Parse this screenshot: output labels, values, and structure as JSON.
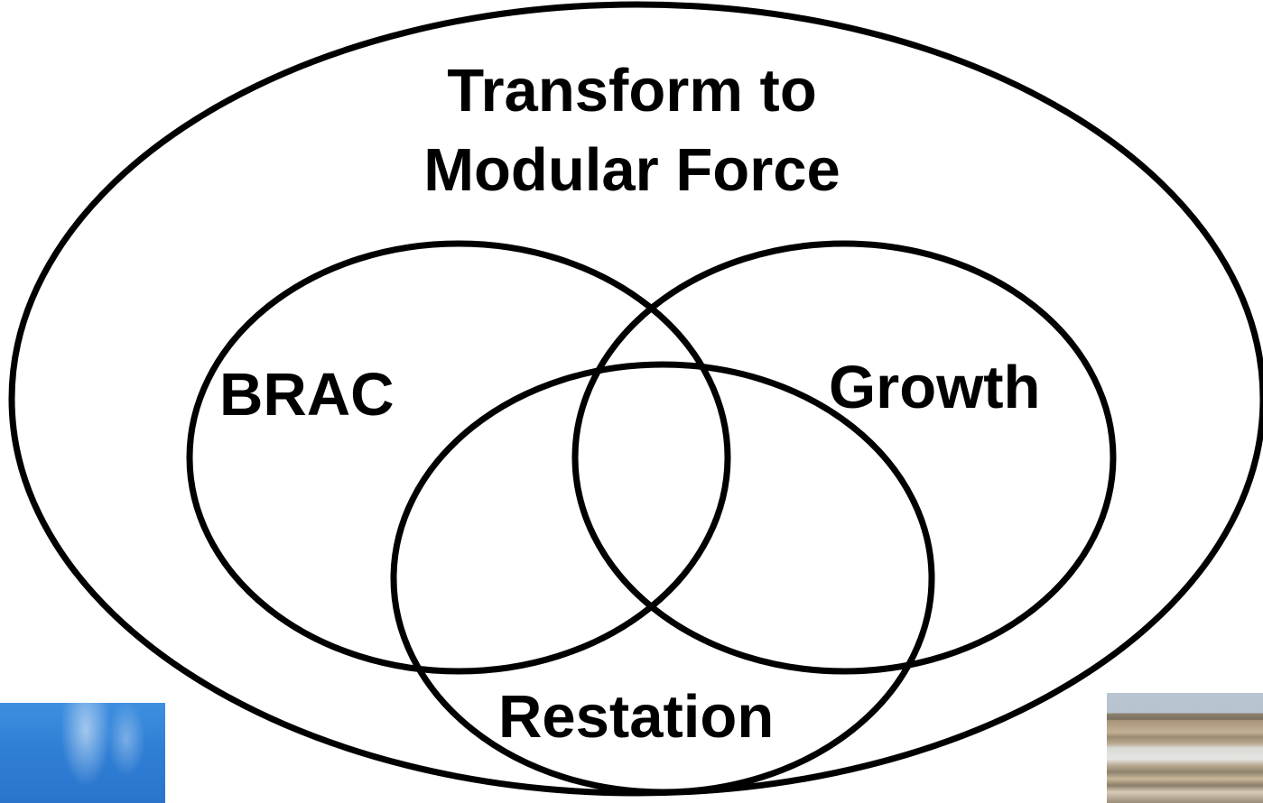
{
  "diagram": {
    "outer": {
      "label": "Transform to Modular Force"
    },
    "sets": [
      {
        "label": "BRAC"
      },
      {
        "label": "Growth"
      },
      {
        "label": "Restation"
      }
    ]
  },
  "colors": {
    "stroke": "#000000",
    "background": "#ffffff",
    "text": "#000000"
  }
}
